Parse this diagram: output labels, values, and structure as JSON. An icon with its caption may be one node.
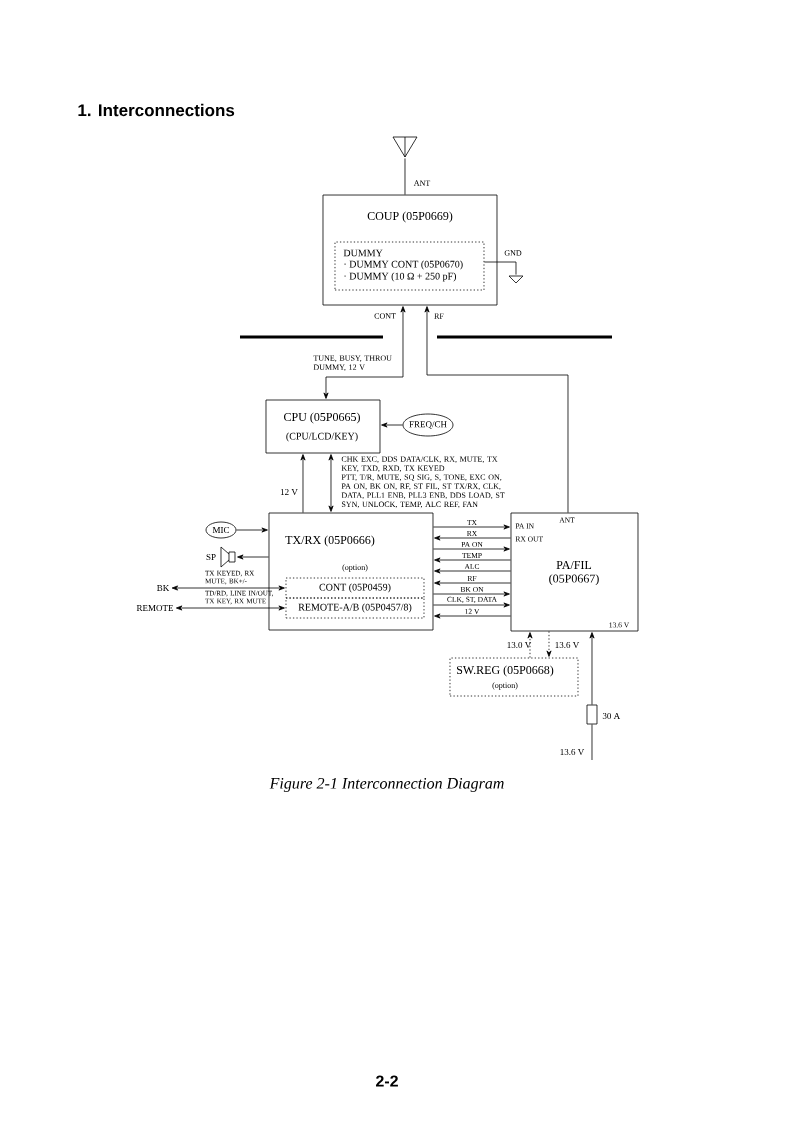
{
  "diagram": {
    "title": "1. Interconnections",
    "caption": "Figure 2-1 Interconnection Diagram",
    "nodes": [
      {
        "text": [],
        "shape": "antenna"
      },
      {
        "text": [
          "COUP (05P0669)"
        ]
      },
      {
        "text": [
          "DUMMY",
          "· DUMMY CONT (05P0670)",
          "· DUMMY (10 Ω + 250 pF)"
        ],
        "in": 1
      },
      {
        "text": [],
        "shape": "ground"
      },
      {
        "text": [
          "CPU (05P0665)",
          "(CPU/LCD/KEY)"
        ]
      },
      {
        "text": [
          "FREQ/CH"
        ]
      },
      {
        "text": [
          "TX/RX (05P0666)",
          "(option)"
        ]
      },
      {
        "text": [
          "CONT (05P0459)"
        ],
        "in": 6
      },
      {
        "text": [
          "REMOTE-A/B (05P0457/8)"
        ],
        "in": 6
      },
      {
        "text": [
          "MIC"
        ]
      },
      {
        "text": [],
        "shape": "speaker",
        "beside": [
          "SP"
        ]
      },
      {
        "text": [
          "BK"
        ]
      },
      {
        "text": [
          "REMOTE"
        ]
      },
      {
        "text": [
          "ANT",
          "PA IN",
          "RX OUT",
          "PA/FIL (05P0667)",
          "13.6 V"
        ]
      },
      {
        "text": [
          "SW.REG (05P0668)",
          "(option)"
        ]
      },
      {
        "text": [],
        "shape": "fuse",
        "beside": [
          "30 A"
        ]
      }
    ],
    "edges": [
      {
        "from": 0,
        "to": 1,
        "arrow": "none",
        "label": "ANT"
      },
      {
        "from": 2,
        "to": 3,
        "arrow": "none",
        "label": "GND"
      },
      {
        "from": 4,
        "to": 1,
        "arrow": "both",
        "label": "CONT"
      },
      {
        "from": 13,
        "to": 1,
        "arrow": "to",
        "label": "RF"
      },
      {
        "from": 5,
        "to": 4,
        "arrow": "to"
      },
      {
        "from": 6,
        "to": 4,
        "arrow": "to",
        "label": "12 V"
      },
      {
        "from": 4,
        "to": 6,
        "arrow": "both"
      },
      {
        "from": 9,
        "to": 6,
        "arrow": "to"
      },
      {
        "from": 6,
        "to": 10,
        "arrow": "to"
      },
      {
        "from": 7,
        "to": 11,
        "arrow": "both",
        "label": "TX KEYED, RX MUTE, BK+/-"
      },
      {
        "from": 8,
        "to": 12,
        "arrow": "both",
        "label": "TD/RD, LINE IN/OUT, TX KEY, RX MUTE"
      },
      {
        "from": 6,
        "to": 13,
        "arrow": "to",
        "label": "TX"
      },
      {
        "from": 13,
        "to": 6,
        "arrow": "to",
        "label": "RX"
      },
      {
        "from": 6,
        "to": 13,
        "arrow": "to",
        "label": "PA ON"
      },
      {
        "from": 13,
        "to": 6,
        "arrow": "to",
        "label": "TEMP"
      },
      {
        "from": 13,
        "to": 6,
        "arrow": "to",
        "label": "ALC"
      },
      {
        "from": 13,
        "to": 6,
        "arrow": "to",
        "label": "RF"
      },
      {
        "from": 6,
        "to": 13,
        "arrow": "to",
        "label": "BK ON"
      },
      {
        "from": 6,
        "to": 13,
        "arrow": "to",
        "label": "CLK, ST, DATA"
      },
      {
        "from": 13,
        "to": 6,
        "arrow": "to",
        "label": "12 V"
      },
      {
        "from": 14,
        "to": 13,
        "arrow": "to",
        "style": "dashed",
        "label": "13.0 V"
      },
      {
        "from": 13,
        "to": 14,
        "arrow": "to",
        "style": "dashed",
        "label": "13.6 V"
      },
      {
        "from": 15,
        "to": 13,
        "arrow": "to"
      },
      {
        "from": null,
        "to": 15,
        "arrow": "none",
        "label": "13.6 V"
      }
    ],
    "labels": [
      "TUNE, BUSY, THROU DUMMY, 12 V",
      "CHK EXC, DDS DATA/CLK, RX, MUTE, TX KEY, TXD, RXD, TX KEYED",
      "PTT, T/R, MUTE, SQ SIG, S, TONE, EXC ON, PA ON, BK ON, RF, ST FIL, ST TX/RX, CLK, DATA, PLL1 ENB, PLL3 ENB, DDS LOAD, ST SYN, UNLOCK, TEMP, ALC REF, FAN",
      "2-2"
    ]
  }
}
